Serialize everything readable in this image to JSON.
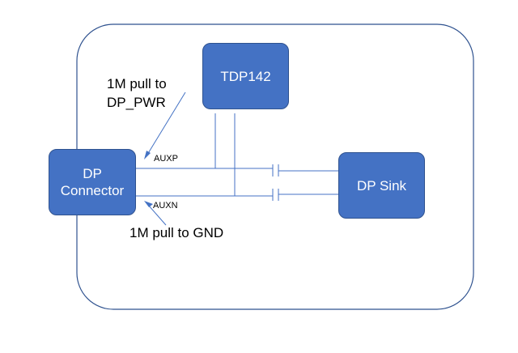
{
  "blocks": {
    "tdp142": "TDP142",
    "dp_connector": "DP\nConnector",
    "dp_sink": "DP Sink"
  },
  "notes": {
    "pull_pwr": "1M pull to\nDP_PWR",
    "pull_gnd": "1M pull to GND"
  },
  "signals": {
    "auxp": "AUXP",
    "auxn": "AUXN"
  },
  "colors": {
    "block_fill": "#4472c4",
    "block_border": "#2f528f",
    "wire": "#4472c4",
    "outline": "#2f528f"
  }
}
